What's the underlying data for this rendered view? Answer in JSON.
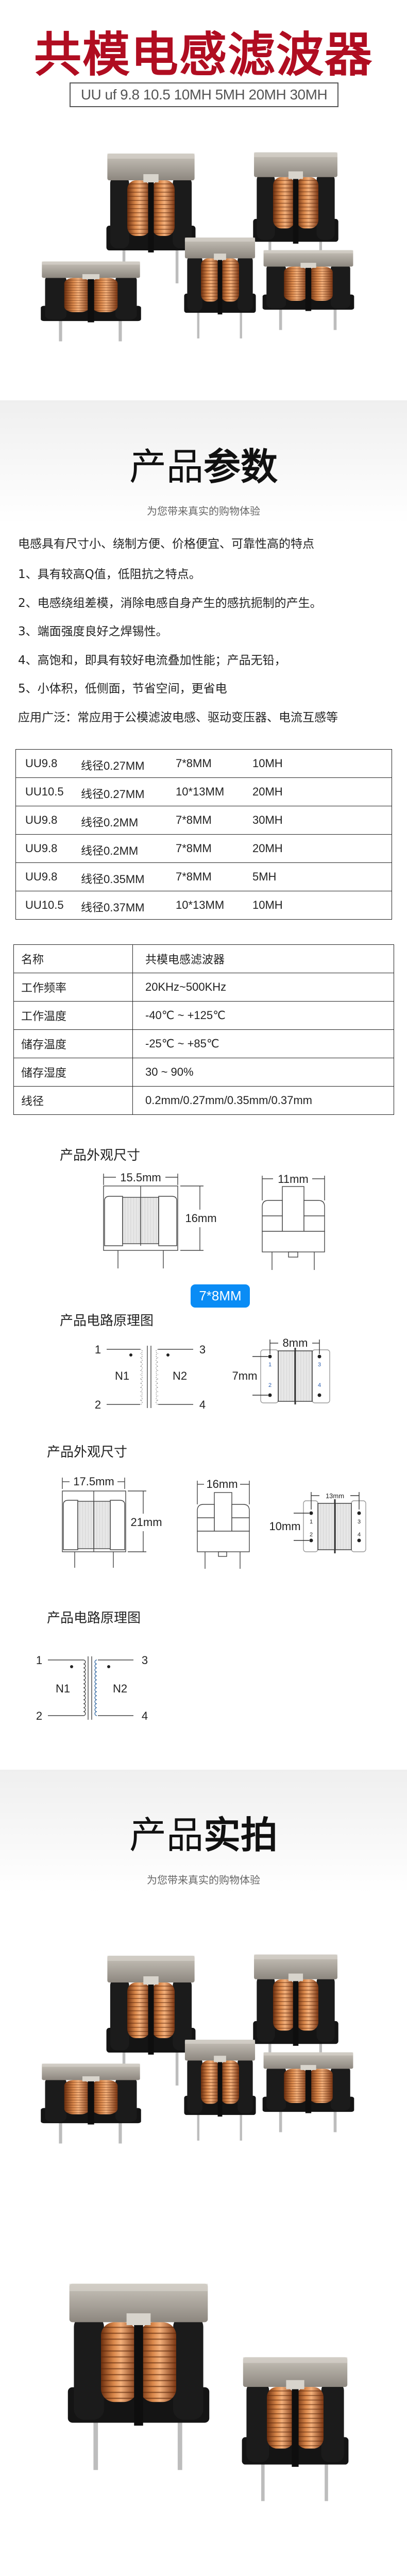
{
  "header": {
    "title": "共模电感滤波器",
    "models": "UU uf 9.8 10.5 10MH 5MH 20MH 30MH",
    "title_color": "#b00d21"
  },
  "params_section": {
    "title_light": "产品",
    "title_bold": "参数",
    "subtitle": "为您带来真实的购物体验",
    "features": [
      "电感具有尺寸小、绕制方便、价格便宜、可靠性高的特点",
      "1、具有较高Q值，低阻抗之特点。",
      "2、电感绕组差模，消除电感自身产生的感抗扼制的产生。",
      "3、端面强度良好之焊锡性。",
      "4、高饱和，即具有较好电流叠加性能；产品无铅，",
      "5、小体积，低侧面，节省空间，更省电",
      "应用广泛：常应用于公模滤波电感、驱动变压器、电流互感等"
    ]
  },
  "models_table": [
    [
      "UU9.8",
      "线径0.27MM",
      "7*8MM",
      "10MH"
    ],
    [
      "UU10.5",
      "线径0.27MM",
      "10*13MM",
      "20MH"
    ],
    [
      "UU9.8",
      "线径0.2MM",
      "7*8MM",
      "30MH"
    ],
    [
      "UU9.8",
      "线径0.2MM",
      "7*8MM",
      "20MH"
    ],
    [
      "UU9.8",
      "线径0.35MM",
      "7*8MM",
      "5MH"
    ],
    [
      "UU10.5",
      "线径0.37MM",
      "10*13MM",
      "10MH"
    ]
  ],
  "spec_table": [
    [
      "名称",
      "共模电感滤波器"
    ],
    [
      "工作频率",
      "20KHz~500KHz"
    ],
    [
      "工作温度",
      "-40℃ ~ +125℃"
    ],
    [
      "储存温度",
      "-25℃ ~ +85℃"
    ],
    [
      "储存湿度",
      "30 ~ 90%"
    ],
    [
      "线径",
      "0.2mm/0.27mm/0.35mm/0.37mm"
    ]
  ],
  "drawings": {
    "dimensions_heading": "产品外观尺寸",
    "circuit_heading": "产品电路原理图",
    "small": {
      "width_label": "15.5mm",
      "height_label": "16mm",
      "depth_label": "11mm",
      "size_badge": "7*8MM",
      "pin_span_label": "8mm",
      "pin_pitch_label": "7mm"
    },
    "large": {
      "width_label": "17.5mm",
      "height_label": "21mm",
      "depth_label": "16mm",
      "pin_span_label": "13mm",
      "pin_pitch_label": "10mm"
    },
    "circuit": {
      "pins": [
        "1",
        "2",
        "3",
        "4"
      ],
      "winding_1": "N1",
      "winding_2": "N2"
    },
    "badge_color": "#0a8cf5"
  },
  "photos_section": {
    "title_light": "产品",
    "title_bold": "实拍",
    "subtitle": "为您带来真实的购物体验"
  }
}
